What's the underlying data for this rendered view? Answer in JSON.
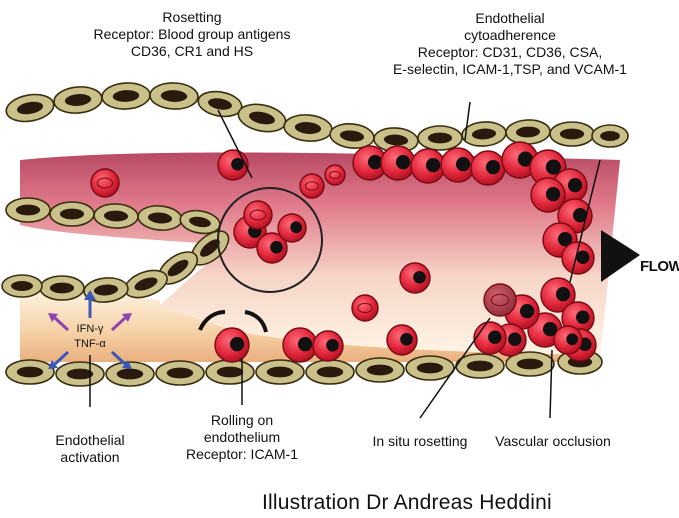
{
  "labels": {
    "rosetting": [
      "Rosetting",
      "Receptor: Blood group antigens",
      "CD36, CR1 and HS"
    ],
    "cytoadherence": [
      "Endothelial",
      "cytoadherence",
      "Receptor: CD31, CD36, CSA,",
      "E-selectin, ICAM-1,TSP, and VCAM-1"
    ],
    "flow": "FLOW",
    "cytokines": [
      "IFN-γ",
      "TNF-α"
    ],
    "activation": [
      "Endothelial",
      "activation"
    ],
    "rolling": [
      "Rolling on",
      "endothelium",
      "Receptor: ICAM-1"
    ],
    "in_situ": "In situ rosetting",
    "occlusion": "Vascular occlusion"
  },
  "credit": "Illustration  Dr Andreas Heddini",
  "colors": {
    "endothelial_cell": "#c9c08a",
    "nucleus": "#2a1a0e",
    "rbc": "#e0263a",
    "rbc_dark": "#b01425",
    "vessel_pink": "#d9667a",
    "vessel_cream": "#fbf3e0",
    "arrow_blue": "#3b58b8",
    "arrow_purple": "#8e44ad"
  }
}
